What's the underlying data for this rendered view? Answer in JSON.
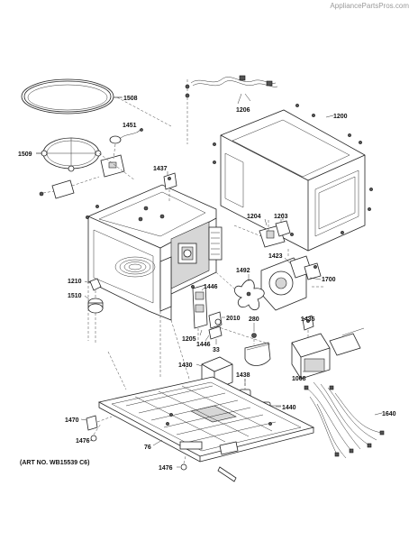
{
  "watermark": "AppliancePartsPros.com",
  "art_number": "(ART NO. WB15539 C6)",
  "part_labels": [
    "1508",
    "1451",
    "1509",
    "1206",
    "1200",
    "1437",
    "1204",
    "1203",
    "1423",
    "1700",
    "1492",
    "1210",
    "1510",
    "1446",
    "2010",
    "280",
    "1435",
    "1205",
    "1446",
    "33",
    "1008",
    "1430",
    "1438",
    "1440",
    "1640",
    "1470",
    "1476",
    "76",
    "1476"
  ]
}
